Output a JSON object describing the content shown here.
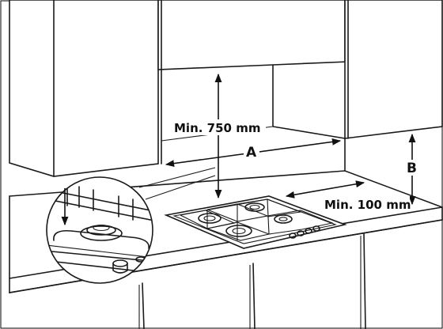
{
  "labels": {
    "min_height": "Min. 750 mm",
    "dim_a": "A",
    "dim_b": "B",
    "min_side": "Min. 100 mm"
  }
}
